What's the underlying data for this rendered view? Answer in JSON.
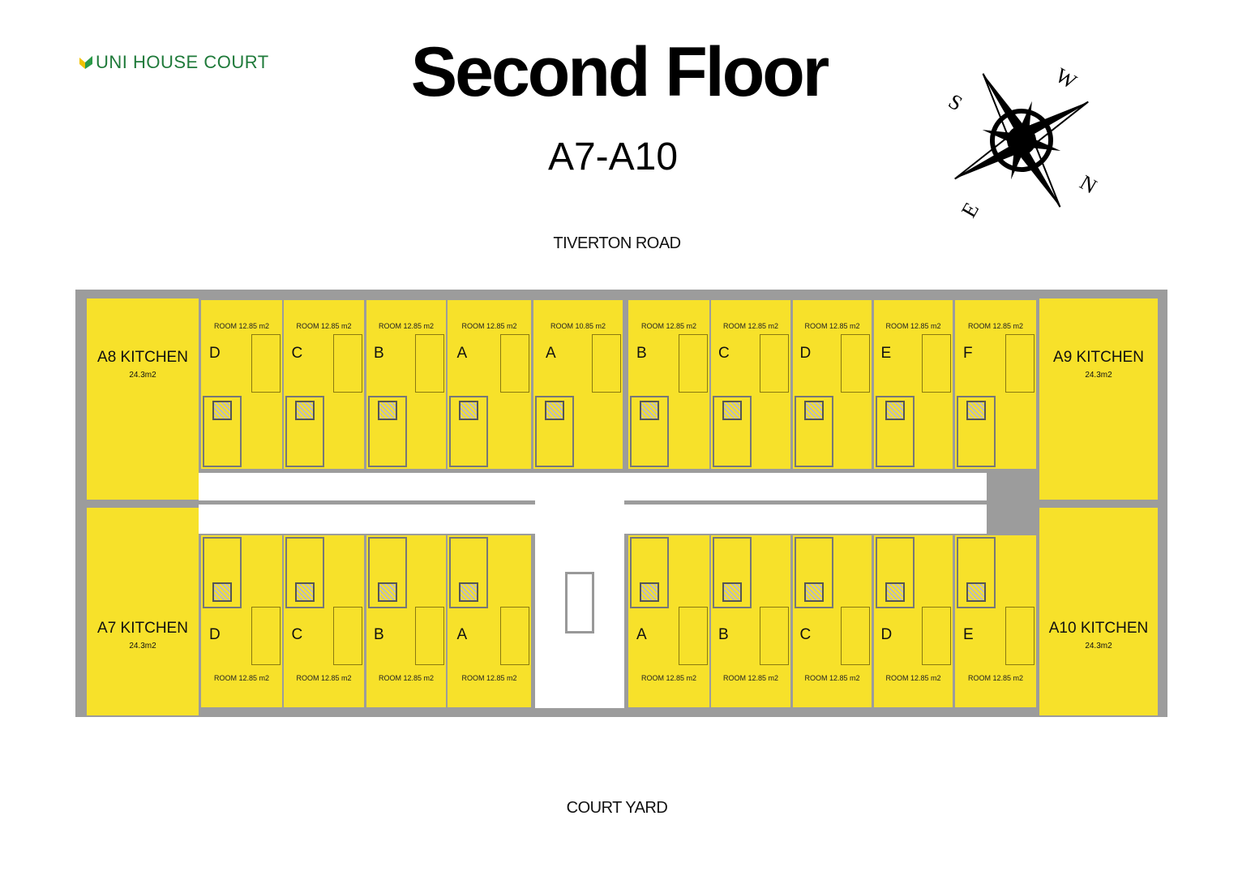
{
  "logo": {
    "text": "UNI HOUSE COURT",
    "colors": [
      "#f2c200",
      "#2b9a48"
    ]
  },
  "title": "Second Floor",
  "subtitle": "A7-A10",
  "compass": {
    "labels": {
      "north": "N",
      "south": "S",
      "east": "E",
      "west": "W"
    }
  },
  "roads": {
    "top": "TIVERTON ROAD",
    "bottom": "COURT YARD"
  },
  "colors": {
    "room": "#f7e12a",
    "wall": "#9c9c9c"
  },
  "kitchens": [
    {
      "name": "A8 KITCHEN",
      "area": "24.3m2"
    },
    {
      "name": "A9 KITCHEN",
      "area": "24.3m2"
    },
    {
      "name": "A7 KITCHEN",
      "area": "24.3m2"
    },
    {
      "name": "A10 KITCHEN",
      "area": "24.3m2"
    }
  ],
  "top_rooms": [
    {
      "letter": "D",
      "area": "ROOM 12.85 m2"
    },
    {
      "letter": "C",
      "area": "ROOM 12.85 m2"
    },
    {
      "letter": "B",
      "area": "ROOM 12.85 m2"
    },
    {
      "letter": "A",
      "area": "ROOM 12.85 m2"
    },
    {
      "letter": "A",
      "area": "ROOM 10.85 m2"
    },
    {
      "letter": "B",
      "area": "ROOM 12.85 m2"
    },
    {
      "letter": "C",
      "area": "ROOM 12.85 m2"
    },
    {
      "letter": "D",
      "area": "ROOM 12.85 m2"
    },
    {
      "letter": "E",
      "area": "ROOM 12.85 m2"
    },
    {
      "letter": "F",
      "area": "ROOM 12.85 m2"
    }
  ],
  "bottom_rooms": [
    {
      "letter": "D",
      "area": "ROOM 12.85 m2"
    },
    {
      "letter": "C",
      "area": "ROOM 12.85 m2"
    },
    {
      "letter": "B",
      "area": "ROOM 12.85 m2"
    },
    {
      "letter": "A",
      "area": "ROOM 12.85 m2"
    },
    {
      "letter": "A",
      "area": "ROOM 12.85 m2"
    },
    {
      "letter": "B",
      "area": "ROOM 12.85 m2"
    },
    {
      "letter": "C",
      "area": "ROOM 12.85 m2"
    },
    {
      "letter": "D",
      "area": "ROOM 12.85 m2"
    },
    {
      "letter": "E",
      "area": "ROOM 12.85 m2"
    }
  ]
}
